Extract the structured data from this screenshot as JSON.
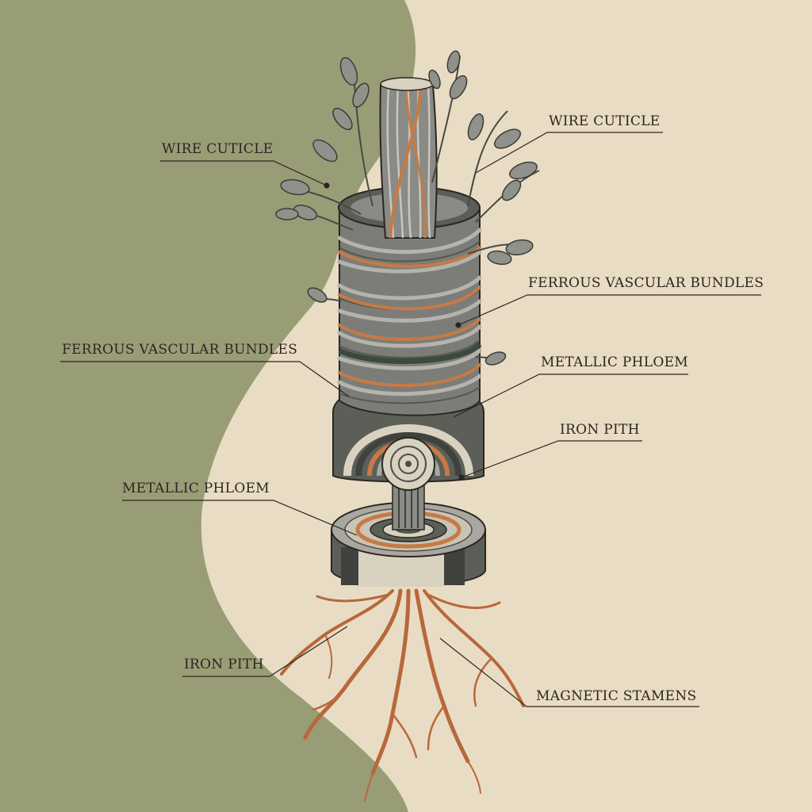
{
  "labels": {
    "wire_cuticle_left": "WIRE CUTICLE",
    "wire_cuticle_right": "WIRE CUTICLE",
    "ferrous_vascular_bundles_right": "FERROUS VASCULAR BUNDLES",
    "ferrous_vascular_bundles_left": "FERROUS VASCULAR BUNDLES",
    "metallic_phloem_right": "METALLIC PHLOEM",
    "iron_pith_right": "IRON PITH",
    "metallic_phloem_left": "METALLIC PHLOEM",
    "iron_pith_left": "IRON PITH",
    "magnetic_stamens": "MAGNETIC STAMENS"
  },
  "colors": {
    "background_cream": "#e9dcc4",
    "background_green": "#999d76",
    "wire_gray": "#8a8a86",
    "copper": "#c77a45",
    "dark_green_band": "#4f5a47",
    "ink": "#2b2620"
  }
}
